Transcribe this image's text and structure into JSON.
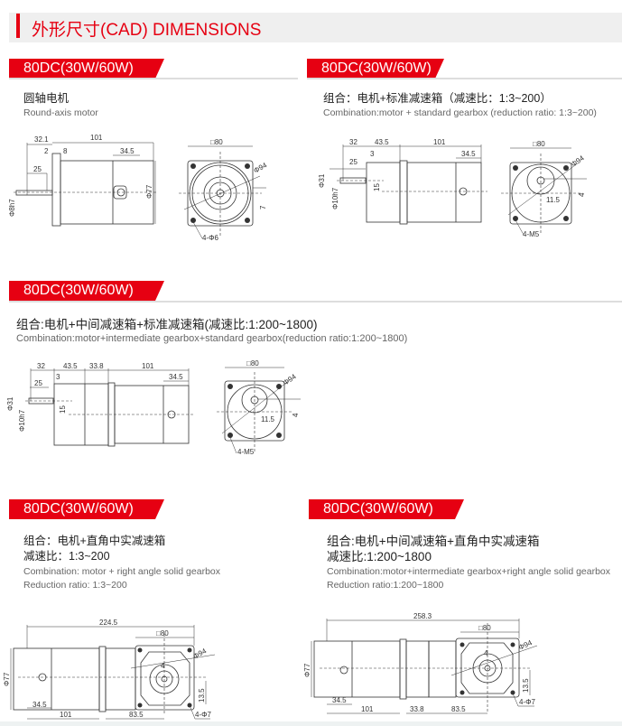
{
  "header": {
    "title": "外形尺寸(CAD) DIMENSIONS"
  },
  "sections": [
    {
      "banner": "80DC(30W/60W)",
      "zh": "圆轴电机",
      "en": "Round-axis motor",
      "dims": {
        "d1": "32.1",
        "d2": "101",
        "d3": "2",
        "d4": "8",
        "d5": "34.5",
        "d6": "25",
        "d7": "Φ8h7",
        "d8": "Φ77",
        "d9": "□80",
        "d10": "Φ94",
        "d11": "7",
        "d12": "4-Φ6"
      }
    },
    {
      "banner": "80DC(30W/60W)",
      "zh": "组合：电机+标准减速箱（减速比：1:3~200）",
      "en": "Combination:motor + standard gearbox (reduction ratio: 1:3~200)",
      "dims": {
        "d1": "32",
        "d2": "43.5",
        "d3": "101",
        "d4": "3",
        "d5": "34.5",
        "d6": "25",
        "d7": "Φ31",
        "d8": "Φ10h7",
        "d9": "15",
        "d10": "□80",
        "d11": "Φ94",
        "d12": "4",
        "d13": "11.5",
        "d14": "4-M5"
      }
    },
    {
      "banner": "80DC(30W/60W)",
      "zh": "组合:电机+中间减速箱+标准减速箱(减速比:1:200~1800)",
      "en": "Combination:motor+intermediate gearbox+standard gearbox(reduction ratio:1:200~1800)",
      "dims": {
        "d1": "32",
        "d2": "43.5",
        "d3": "33.8",
        "d4": "101",
        "d5": "3",
        "d6": "25",
        "d7": "34.5",
        "d8": "Φ31",
        "d9": "Φ10h7",
        "d10": "15",
        "d11": "□80",
        "d12": "Φ94",
        "d13": "4",
        "d14": "11.5",
        "d15": "4-M5"
      }
    },
    {
      "banner": "80DC(30W/60W)",
      "zh": "组合：电机+直角中实减速箱",
      "zh2": "减速比：1:3~200",
      "en": "Combination: motor + right angle solid gearbox",
      "en2": "Reduction ratio: 1:3~200",
      "dims": {
        "d1": "224.5",
        "d2": "□80",
        "d3": "Φ94",
        "d4": "Φ77",
        "d5": "4",
        "d6": "13.5",
        "d7": "34.5",
        "d8": "101",
        "d9": "83.5",
        "d10": "4-Φ7"
      }
    },
    {
      "banner": "80DC(30W/60W)",
      "zh": "组合:电机+中间减速箱+直角中实减速箱",
      "zh2": "减速比:1:200~1800",
      "en": "Combination:motor+intermediate gearbox+right angle solid gearbox",
      "en2": "Reduction ratio:1:200~1800",
      "dims": {
        "d1": "258.3",
        "d2": "□80",
        "d3": "Φ94",
        "d4": "Φ77",
        "d5": "4",
        "d6": "13.5",
        "d7": "34.5",
        "d8": "101",
        "d9": "33.8",
        "d10": "83.5",
        "d11": "4-Φ7"
      }
    }
  ],
  "colors": {
    "accent": "#e60012"
  }
}
